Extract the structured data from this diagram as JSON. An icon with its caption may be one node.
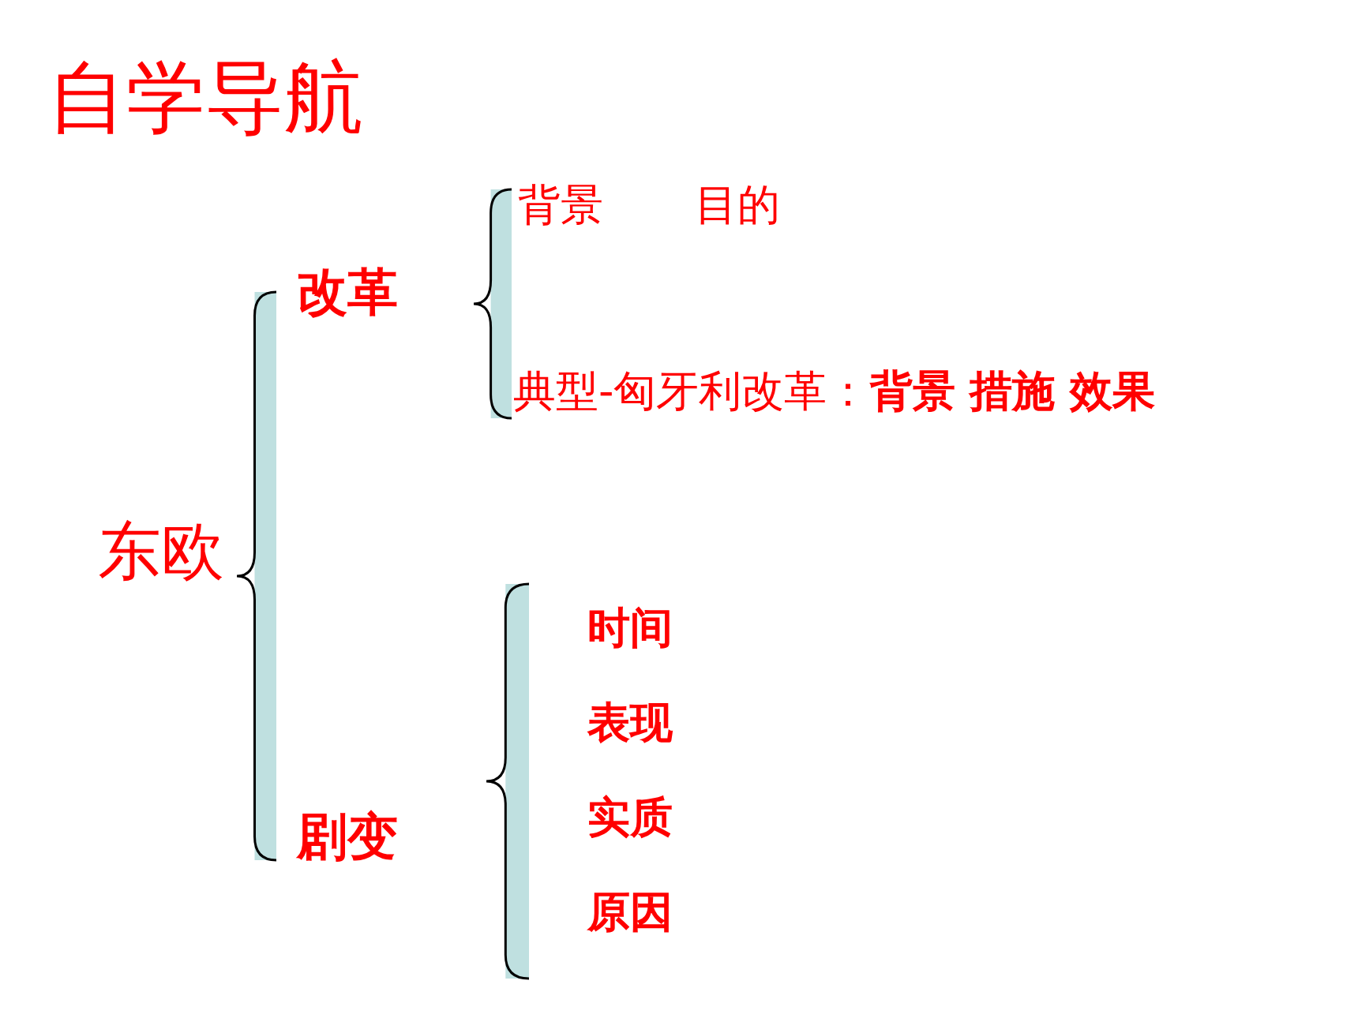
{
  "diagram": {
    "title": "自学导航",
    "labels": [
      "背景",
      "目的",
      "改革",
      "典型-匈牙利改革：**背景 措施 效果**",
      "东欧",
      "时间",
      "表现",
      "实质",
      "剧变",
      "原因"
    ]
  }
}
